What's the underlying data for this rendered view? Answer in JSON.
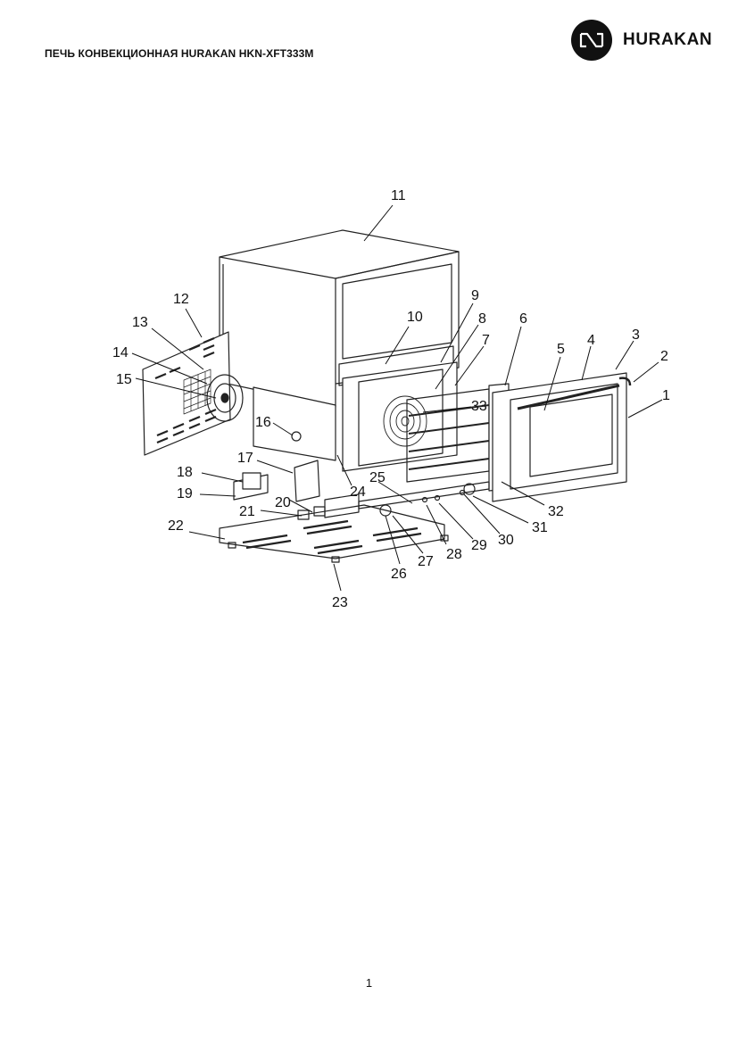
{
  "header": {
    "title": "ПЕЧЬ КОНВЕКЦИОННАЯ HURAKAN HKN-XFT333M",
    "brand": "HURAKAN",
    "logo_icon": "hurakan-wave-logo-icon"
  },
  "diagram": {
    "callouts": [
      "11",
      "12",
      "9",
      "10",
      "8",
      "6",
      "13",
      "3",
      "5",
      "4",
      "7",
      "2",
      "14",
      "15",
      "1",
      "33",
      "16",
      "17",
      "18",
      "24",
      "25",
      "19",
      "20",
      "32",
      "21",
      "31",
      "22",
      "30",
      "29",
      "28",
      "27",
      "26",
      "23"
    ]
  },
  "footer": {
    "page_number": "1"
  }
}
